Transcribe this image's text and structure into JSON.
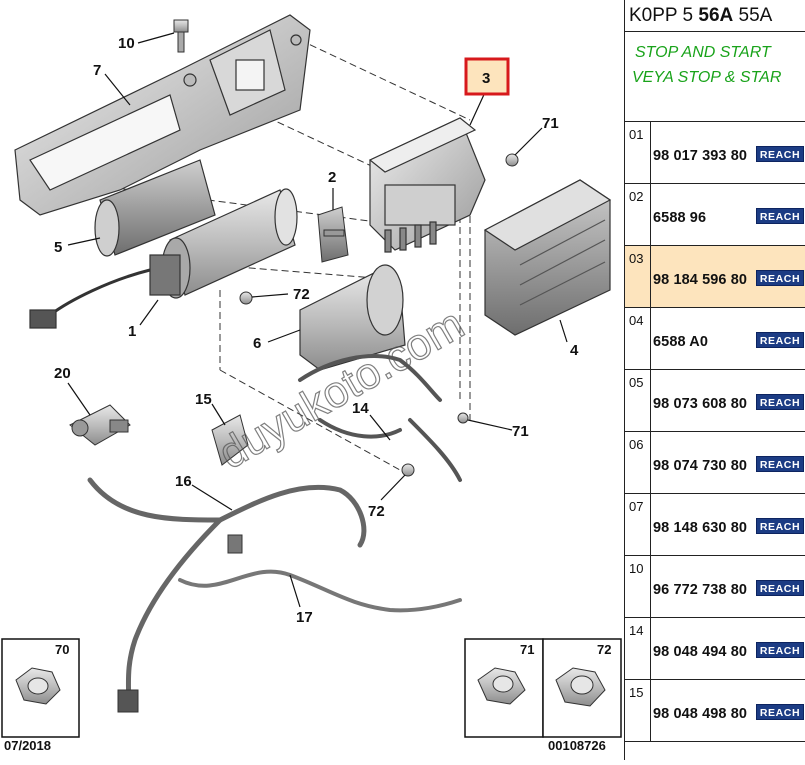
{
  "header": {
    "code_a": "K0PP 5",
    "code_b": "56A",
    "code_c": "55A"
  },
  "note": {
    "line1": "STOP AND START",
    "line2": "VEYA STOP & STAR"
  },
  "parts": [
    {
      "index": "01",
      "ref": "98 017 393 80",
      "badge": "REACH",
      "selected": false
    },
    {
      "index": "02",
      "ref": "6588 96",
      "badge": "REACH",
      "selected": false
    },
    {
      "index": "03",
      "ref": "98 184 596 80",
      "badge": "REACH",
      "selected": true
    },
    {
      "index": "04",
      "ref": "6588 A0",
      "badge": "REACH",
      "selected": false
    },
    {
      "index": "05",
      "ref": "98 073 608 80",
      "badge": "REACH",
      "selected": false
    },
    {
      "index": "06",
      "ref": "98 074 730 80",
      "badge": "REACH",
      "selected": false
    },
    {
      "index": "07",
      "ref": "98 148 630 80",
      "badge": "REACH",
      "selected": false
    },
    {
      "index": "10",
      "ref": "96 772 738 80",
      "badge": "REACH",
      "selected": false
    },
    {
      "index": "14",
      "ref": "98 048 494 80",
      "badge": "REACH",
      "selected": false
    },
    {
      "index": "15",
      "ref": "98 048 498 80",
      "badge": "REACH",
      "selected": false
    }
  ],
  "diagram": {
    "callouts": {
      "c10": "10",
      "c7": "7",
      "c3": "3",
      "c71a": "71",
      "c2": "2",
      "c5": "5",
      "c72a": "72",
      "c1": "1",
      "c6": "6",
      "c4": "4",
      "c20": "20",
      "c15": "15",
      "c14": "14",
      "c71b": "71",
      "c16": "16",
      "c72b": "72",
      "c17": "17"
    },
    "watermark": "duyukoto.com",
    "inset_boxes": {
      "b70": "70",
      "b71": "71",
      "b72": "72"
    },
    "date": "07/2018",
    "drawing_number": "00108726",
    "highlight_color": "#d7191c",
    "highlight_fill": "#fde4bd"
  }
}
